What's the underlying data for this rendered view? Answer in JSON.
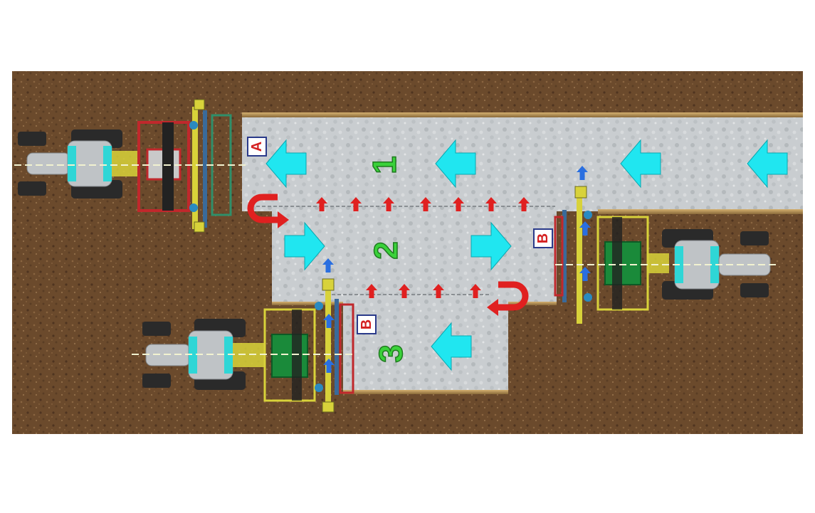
{
  "diagram": {
    "strip_numbers": [
      "1",
      "2",
      "3"
    ],
    "labels": {
      "top_machine": "A",
      "right_machine": "B",
      "bottom_machine": "B"
    },
    "colors": {
      "soil": "#6b4a2c",
      "soil_dark": "#4e3420",
      "soil_light": "#8a6540",
      "worked_strip": "#c9cdd0",
      "travel_arrow": "#20e6f0",
      "turn_arrow": "#e02020",
      "lift_arrow": "#2a6fe0",
      "strip_number": "#3ad13a",
      "implement_red": "#c0282c",
      "implement_yellow": "#d8d23a",
      "hopper_green": "#1a8a3a",
      "tractor_body": "#bfc3c6",
      "tractor_accent": "#2fd6d6",
      "tire": "#2a2a2a"
    },
    "icons": {
      "travel": "travel-direction-arrow-icon",
      "turn": "u-turn-arrow-icon",
      "lift": "lift-arrow-icon",
      "tractor": "tractor-icon"
    }
  }
}
